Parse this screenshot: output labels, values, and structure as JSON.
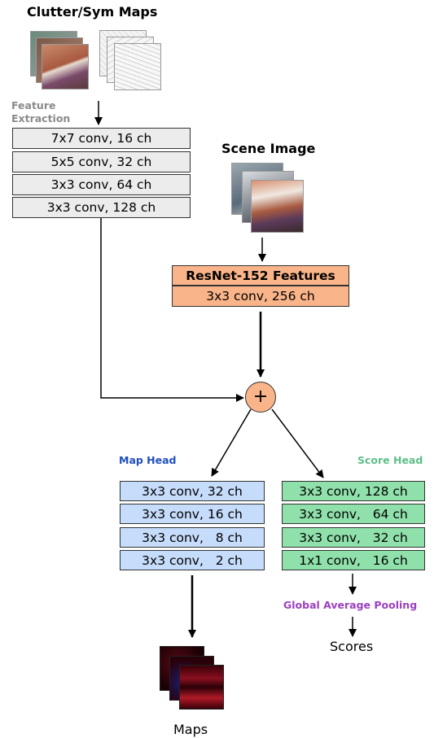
{
  "clutter": {
    "title": "Clutter/Sym Maps",
    "feature_label_line1": "Feature",
    "feature_label_line2": "Extraction",
    "layers": [
      "7x7 conv, 16 ch",
      "5x5 conv, 32 ch",
      "3x3 conv, 64 ch",
      "3x3 conv, 128 ch"
    ]
  },
  "scene": {
    "title": "Scene Image",
    "resnet_label": "ResNet-152 Features",
    "resnet_conv": "3x3 conv, 256 ch"
  },
  "merge": {
    "symbol": "+"
  },
  "map_head": {
    "title": "Map Head",
    "layers": [
      "3x3 conv, 32 ch",
      "3x3 conv, 16 ch",
      "3x3 conv,   8 ch",
      "3x3 conv,   2 ch"
    ],
    "output": "Maps"
  },
  "score_head": {
    "title": "Score Head",
    "layers": [
      "3x3 conv, 128 ch",
      "3x3 conv,   64 ch",
      "3x3 conv,   32 ch",
      "1x1 conv,   16 ch"
    ],
    "pooling": "Global Average Pooling",
    "output": "Scores"
  },
  "colors": {
    "gray_box": "#ececec",
    "orange_box": "#f9b489",
    "blue_box": "#c6dcfb",
    "green_box": "#8fe0aa",
    "feature_label": "#8a8a8a",
    "map_head_title": "#1f4fbf",
    "score_head_title": "#5fbf8a",
    "pooling_label": "#9b3fbf"
  }
}
